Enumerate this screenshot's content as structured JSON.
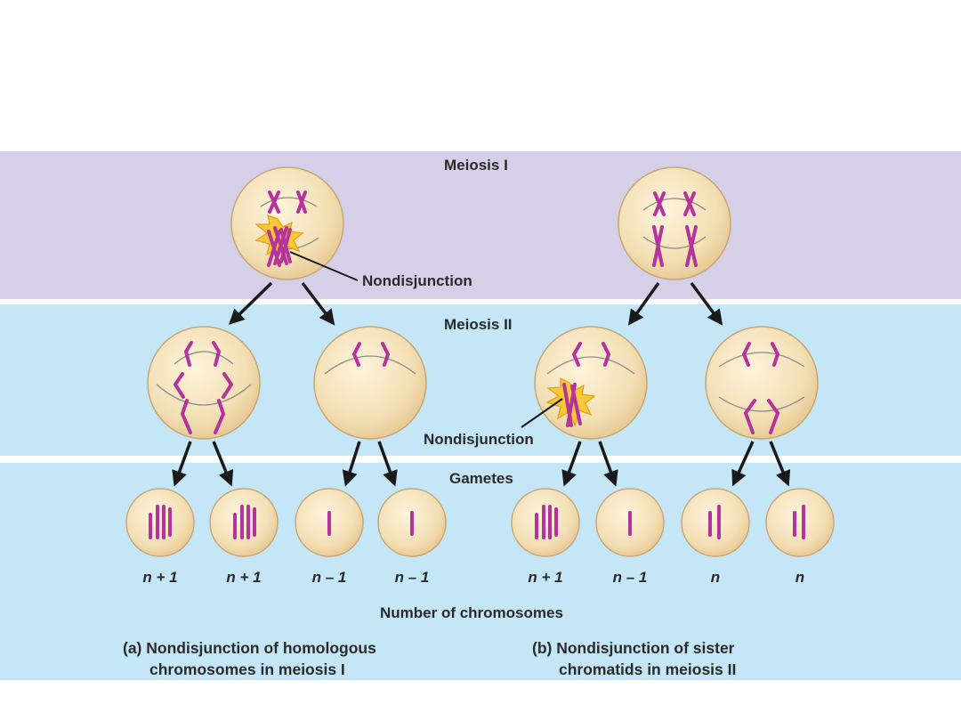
{
  "stages": {
    "meiosis_1": "Meiosis I",
    "meiosis_2": "Meiosis II",
    "gametes": "Gametes"
  },
  "annotations": {
    "nondisjunction_1": "Nondisjunction",
    "nondisjunction_2": "Nondisjunction"
  },
  "gamete_counts": [
    "n + 1",
    "n + 1",
    "n – 1",
    "n – 1",
    "n + 1",
    "n – 1",
    "n",
    "n"
  ],
  "axis_label": "Number of chromosomes",
  "captions": {
    "a_line1": "(a) Nondisjunction of homologous",
    "a_line2": "chromosomes in meiosis I",
    "b_line1": "(b) Nondisjunction of sister",
    "b_line2": "chromatids in meiosis II"
  },
  "colors": {
    "band_meiosis_1": "#d5d0e8",
    "band_meiosis_2": "#c5e6f6",
    "cell_fill": "#f3dfb4",
    "cell_stroke": "#c7a676",
    "chromosome": "#b5339b",
    "burst": "#f8c837",
    "arrow": "#1a1a1a"
  }
}
